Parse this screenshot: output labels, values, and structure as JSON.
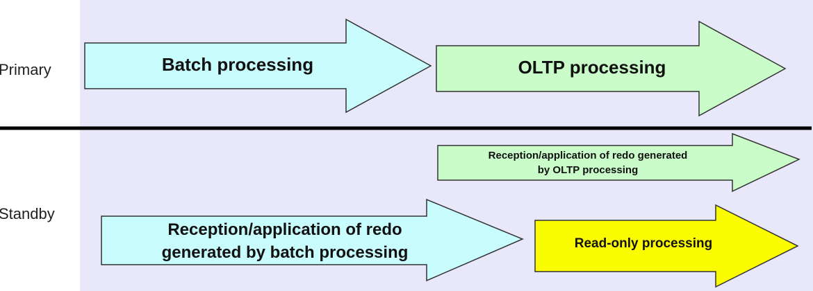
{
  "colors": {
    "band": "#E8E8FA",
    "divider": "#000000",
    "batch": "#C9FCFC",
    "oltp": "#C9FCC9",
    "readonly": "#FCFC00",
    "stroke": "#333333"
  },
  "rows": {
    "primary_label": "Primary",
    "standby_label": "Standby"
  },
  "arrows": {
    "batch_processing": "Batch processing",
    "oltp_processing": "OLTP processing",
    "oltp_redo_line1": "Reception/application of redo generated",
    "oltp_redo_line2": "by OLTP processing",
    "batch_redo_line1": "Reception/application of redo",
    "batch_redo_line2": "generated by batch processing",
    "read_only_processing": "Read-only processing"
  }
}
